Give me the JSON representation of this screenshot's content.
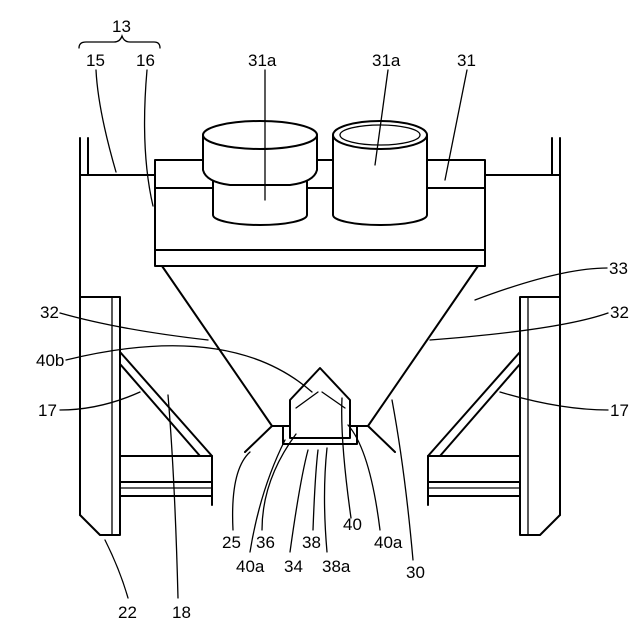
{
  "labels": {
    "l13": "13",
    "l15": "15",
    "l16": "16",
    "l31a_left": "31a",
    "l31a_right": "31a",
    "l31": "31",
    "l33": "33",
    "l32_left": "32",
    "l32_right": "32",
    "l40b": "40b",
    "l17_left": "17",
    "l17_right": "17",
    "l25": "25",
    "l36": "36",
    "l38": "38",
    "l40": "40",
    "l40a_right": "40a",
    "l40a_left": "40a",
    "l34": "34",
    "l38a": "38a",
    "l30": "30",
    "l22": "22",
    "l18": "18"
  }
}
